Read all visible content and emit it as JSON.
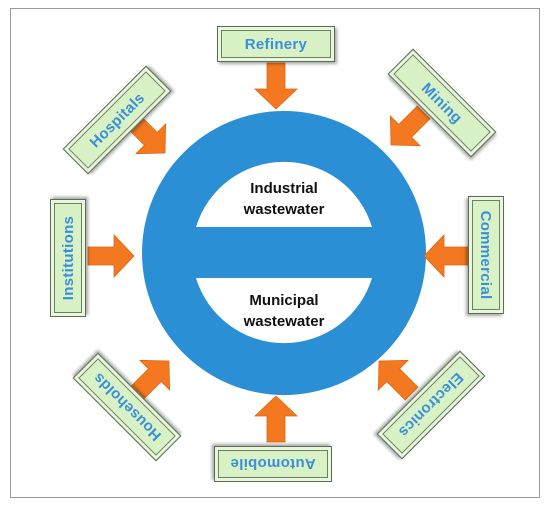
{
  "colors": {
    "circle": "#2a8fd4",
    "arrow": "#f37820",
    "box_fill": "#d9f2c5",
    "box_text": "#3a8fd8"
  },
  "center": {
    "top_label_line1": "Industrial",
    "top_label_line2": "wastewater",
    "bottom_label_line1": "Municipal",
    "bottom_label_line2": "wastewater"
  },
  "sources": [
    {
      "id": "refinery",
      "label": "Refinery"
    },
    {
      "id": "mining",
      "label": "Mining"
    },
    {
      "id": "commercial",
      "label": "Commercial"
    },
    {
      "id": "electronics",
      "label": "Electronics"
    },
    {
      "id": "automobile",
      "label": "Automobile"
    },
    {
      "id": "households",
      "label": "Households"
    },
    {
      "id": "institutions",
      "label": "Institutions"
    },
    {
      "id": "hospitals",
      "label": "Hospitals"
    }
  ]
}
